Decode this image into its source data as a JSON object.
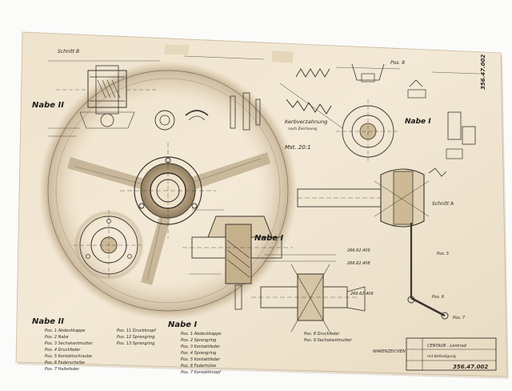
{
  "drawing": {
    "title_block": {
      "name": "CENTAUR - Lenkrad",
      "subtitle": "mit Befestigung",
      "number": "356.47.002"
    },
    "margin_label": "356.47.002",
    "headings": {
      "nabe_2_top": "Nabe II",
      "nabe_1_right": "Nabe I",
      "nabe_1_center": "Nabe I",
      "nabe_2_bottom": "Nabe II",
      "nabe_1_bottom": "Nabe I"
    },
    "callouts": {
      "schnitt_b": "Schnitt B",
      "pos_8": "Pos. 8",
      "kerbverzahnung": "Kerbverzahnung",
      "kerb_sub": "nach Zeichnung",
      "mst": "Mst. 20:1",
      "schnitt_a": "Schnitt A",
      "pos_5": "Pos. 5",
      "pos_6": "Pos. 6",
      "pos_7": "Pos. 7",
      "ref_1": "266.62.409",
      "ref_2": "266.62.408",
      "ref_3": "266.62.409",
      "stamp": "WARENZEICHEN"
    },
    "parts_left": [
      "Pos. 1  Abdeckkappe",
      "Pos. 2  Nabe",
      "Pos. 3  Sechskantmutter",
      "Pos. 4  Druckfeder",
      "Pos. 5  Kontaktschraube",
      "Pos. 6  Federscheibe",
      "Pos. 7  Haltefeder"
    ],
    "parts_mid": [
      "Pos. 11  Druckknopf",
      "Pos. 12  Sprengring",
      "Pos. 13  Sprengring"
    ],
    "parts_right": [
      "Pos. 1  Abdeckkappe",
      "Pos. 2  Sprengring",
      "Pos. 3  Kontaktfeder",
      "Pos. 4  Sprengring",
      "Pos. 5  Kontaktfeder",
      "Pos. 6  Federhülse",
      "Pos. 7  Kontaktknopf"
    ],
    "parts_far": [
      "Pos. 8  Druckfeder",
      "Pos. 9  Sechskantmutter"
    ]
  }
}
